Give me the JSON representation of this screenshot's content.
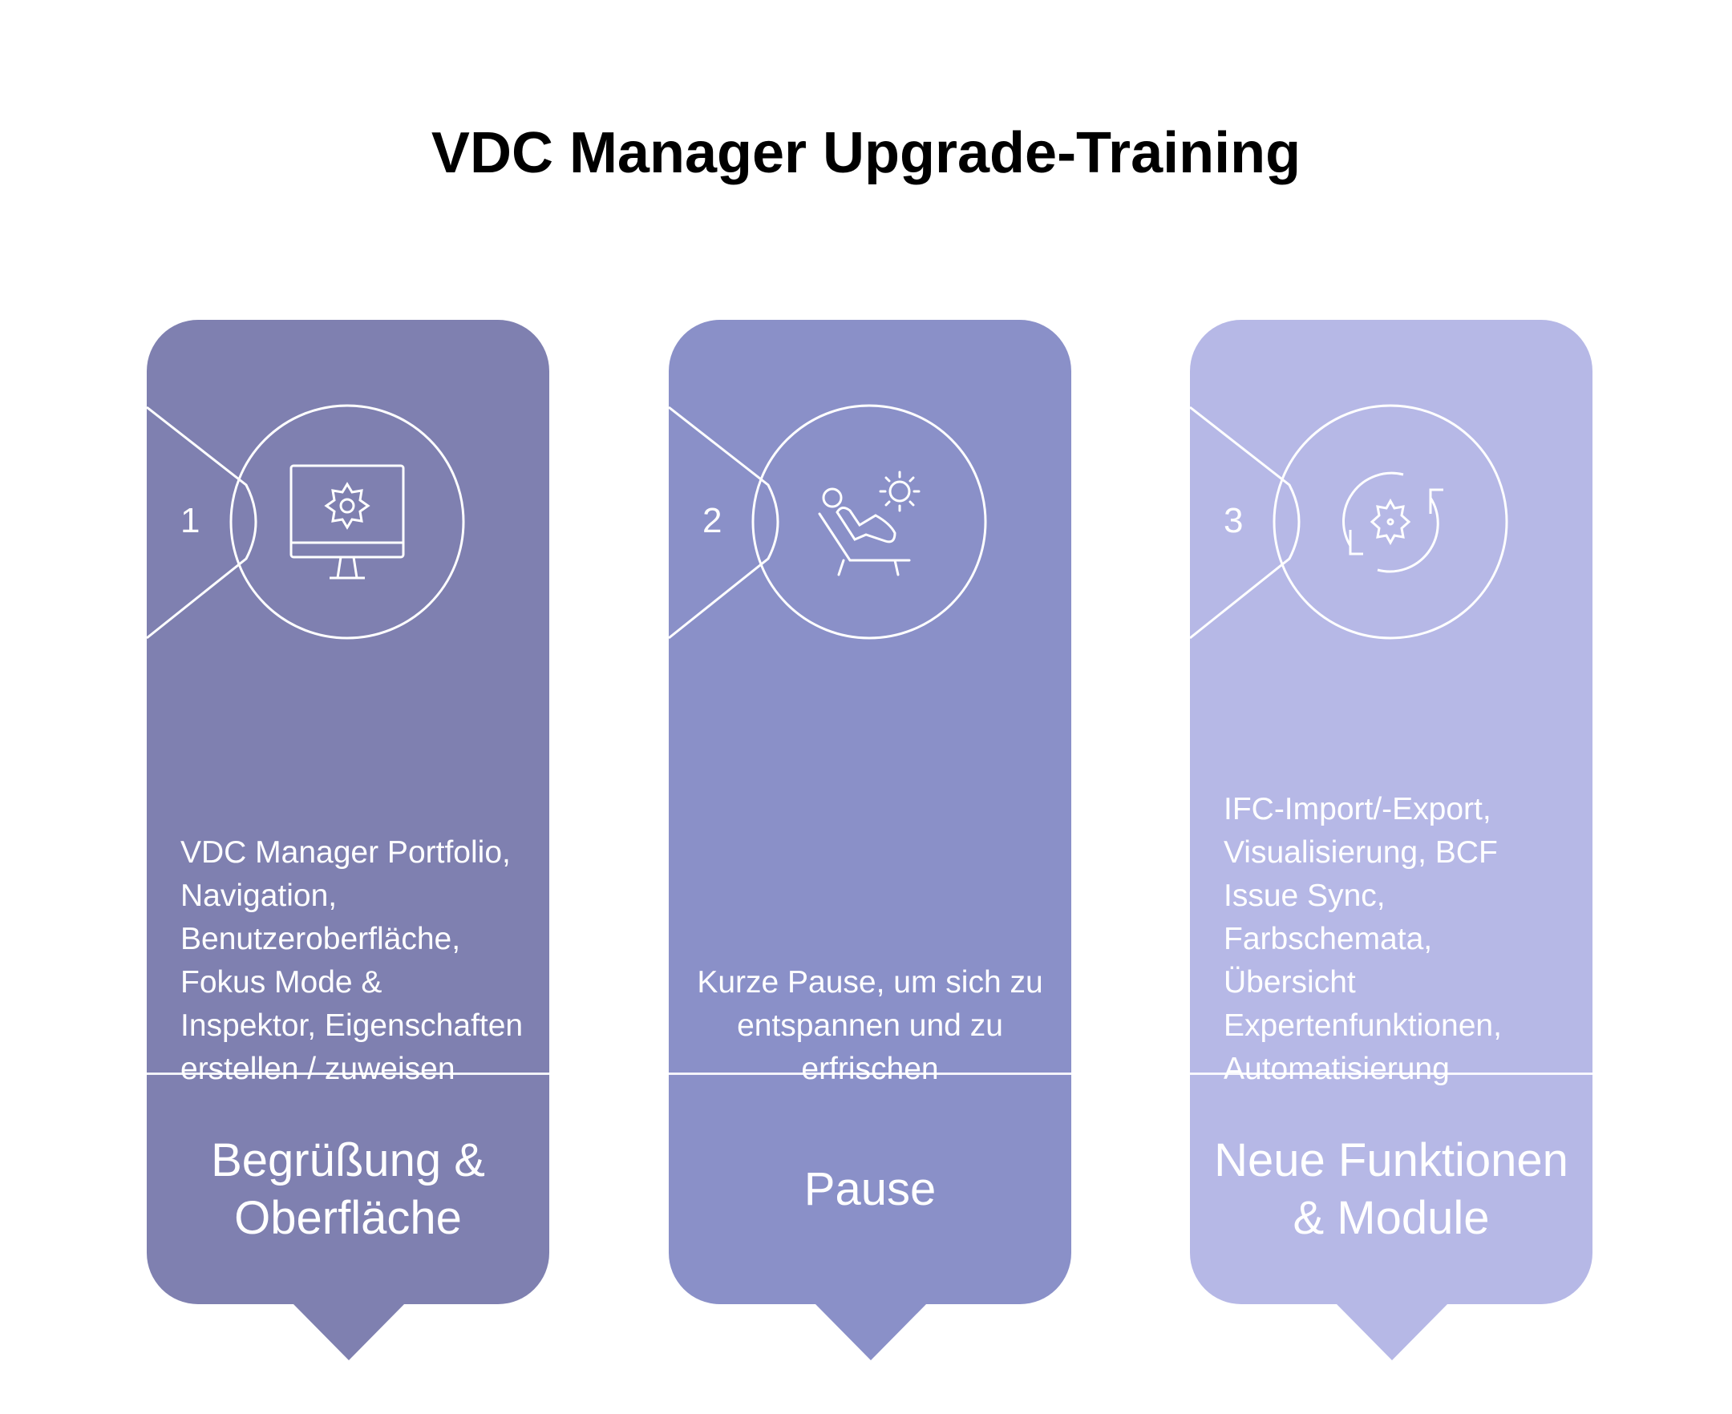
{
  "title": "VDC Manager Upgrade-Training",
  "colors": {
    "step1": "#7f80b0",
    "step2": "#8a90c8",
    "step3": "#b6b8e6"
  },
  "steps": [
    {
      "number": "1",
      "icon": "monitor-gear-icon",
      "description": "VDC Manager Portfolio, Navigation, Benutzeroberfläche, Fokus Mode & Inspektor, Eigenschaften erstellen / zuweisen",
      "label": "Begrüßung & Oberfläche"
    },
    {
      "number": "2",
      "icon": "relaxing-person-sun-icon",
      "description": "Kurze Pause, um sich zu entspannen und zu erfrischen",
      "label": "Pause"
    },
    {
      "number": "3",
      "icon": "gear-refresh-icon",
      "description": "IFC-Import/-Export, Visualisierung, BCF Issue Sync, Farbschemata, Übersicht Expertenfunktionen, Automatisierung",
      "label": "Neue Funktionen & Module"
    }
  ]
}
